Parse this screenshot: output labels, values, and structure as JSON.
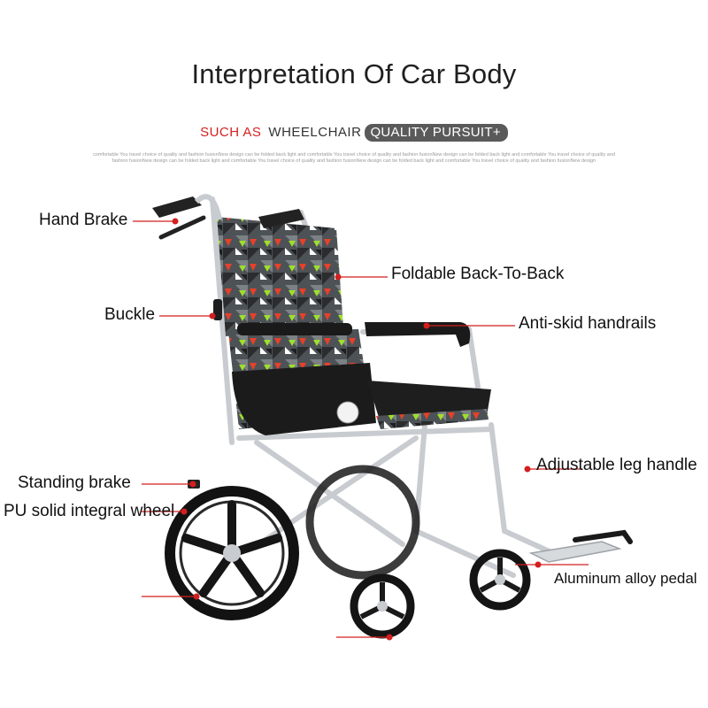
{
  "title": "Interpretation Of Car Body",
  "subtitle": {
    "red": "SUCH AS",
    "dark": "WHEELCHAIR",
    "pill": "QUALITY PURSUIT+"
  },
  "fine_print": "comfortable You travel choice of quality and fashion fusionNew design can be folded back light and comfortable You travel choice of quality and fashion fusionNew design can be folded back light and comfortable You travel choice of quality and fashion fusionNew design can be folded back light and comfortable You travel choice of quality and fashion fusionNew design can be folded back light and comfortable You travel choice of quality and fashion fusionNew design",
  "labels": {
    "hand_brake": "Hand Brake",
    "foldable": "Foldable Back-To-Back",
    "buckle": "Buckle",
    "handrails": "Anti-skid handrails",
    "standing_brake": "Standing brake",
    "pu_wheel": "PU solid integral wheel",
    "leg_handle": "Adjustable leg handle",
    "pedal": "Aluminum alloy pedal"
  },
  "colors": {
    "leader_line": "#d41f1f",
    "frame": "#c9ccd0",
    "seat": "#1b1b1b",
    "pattern_gray": "#555a5e",
    "accent_red": "#e8402a",
    "accent_green": "#9ee02a"
  }
}
